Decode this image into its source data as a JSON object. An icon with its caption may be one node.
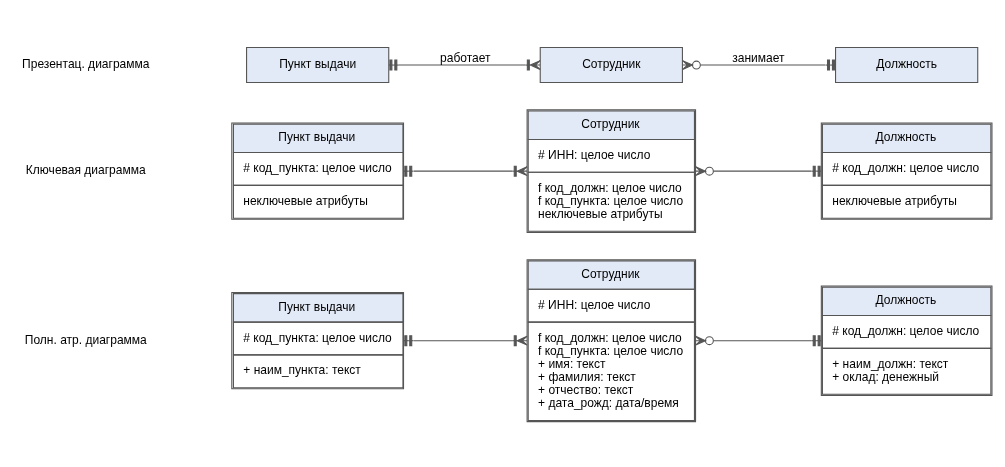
{
  "diagram": {
    "nodes": [
      {
        "text": [
          "Пункт выдачи"
        ]
      },
      {
        "text": [
          "Сотрудник"
        ]
      },
      {
        "text": [
          "Должность"
        ]
      },
      {
        "text": [
          "Пункт выдачи",
          "# код_пункта: целое число",
          "неключевые атрибуты"
        ]
      },
      {
        "text": [
          "Сотрудник",
          "# ИНН: целое число",
          "f код_должн: целое число",
          "f код_пункта: целое число",
          "неключевые атрибуты"
        ]
      },
      {
        "text": [
          "Должность",
          "# код_должн: целое число",
          "неключевые атрибуты"
        ]
      },
      {
        "text": [
          "Пункт выдачи",
          "# код_пункта: целое число",
          "+ наим_пункта: текст"
        ]
      },
      {
        "text": [
          "Сотрудник",
          "# ИНН: целое число",
          "f код_должн: целое число",
          "f код_пункта: целое число",
          "+ имя: текст",
          "+ фамилия: текст",
          "+ отчество: текст",
          "+ дата_рожд: дата/время"
        ]
      },
      {
        "text": [
          "Должность",
          "# код_должн: целое число",
          "+ наим_должн: текст",
          "+ оклад: денежный"
        ]
      }
    ],
    "edges": [
      {
        "from": 0,
        "to": 1,
        "arrow": "other",
        "label": "работает"
      },
      {
        "from": 1,
        "to": 2,
        "arrow": "other",
        "label": "занимает"
      },
      {
        "from": 3,
        "to": 4,
        "arrow": "other"
      },
      {
        "from": 4,
        "to": 5,
        "arrow": "other"
      },
      {
        "from": 6,
        "to": 7,
        "arrow": "other"
      },
      {
        "from": 7,
        "to": 8,
        "arrow": "other"
      }
    ],
    "labels": [
      "Презентац. диаграмма",
      "Ключевая диаграмма",
      "Полн. атр. диаграмма"
    ]
  }
}
